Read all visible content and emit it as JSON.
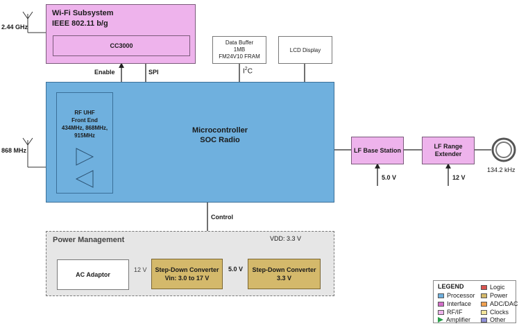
{
  "wifi": {
    "title_line1": "Wi-Fi Subsystem",
    "title_line2": "IEEE 802.11 b/g",
    "chip": "CC3000",
    "antenna_freq": "2.44 GHz",
    "enable_label": "Enable",
    "spi_label": "SPI"
  },
  "buffer": {
    "line1": "Data Buffer",
    "line2": "1MB",
    "line3": "FM24V10 FRAM",
    "bus_label_i": "I",
    "bus_label_sup": "2",
    "bus_label_c": "C"
  },
  "lcd": {
    "label": "LCD Display"
  },
  "mcu": {
    "line1": "Microcontroller",
    "line2": "SOC Radio"
  },
  "rf": {
    "line1": "RF UHF",
    "line2": "Front End",
    "line3": "434MHz, 868MHz,",
    "line4": "915MHz",
    "antenna_freq": "868 MHz"
  },
  "lf_base": {
    "label": "LF Base Station",
    "supply": "5.0 V"
  },
  "lf_range": {
    "line1": "LF Range",
    "line2": "Extender",
    "supply": "12 V"
  },
  "coil": {
    "freq": "134.2 kHz"
  },
  "control_label": "Control",
  "power": {
    "title": "Power Management",
    "ac_adaptor": "AC Adaptor",
    "ac_volt": "12 V",
    "conv1_line1": "Step-Down Converter",
    "conv1_line2": "Vin: 3.0 to 17 V",
    "mid_volt": "5.0 V",
    "conv2_line1": "Step-Down Converter",
    "conv2_line2": "3.3 V",
    "vdd": "VDD: 3.3 V"
  },
  "legend": {
    "title": "LEGEND",
    "items": [
      {
        "label": "Processor",
        "color": "#6fb0de"
      },
      {
        "label": "Logic",
        "color": "#d9534f"
      },
      {
        "label": "Interface",
        "color": "#d36ec8"
      },
      {
        "label": "Power",
        "color": "#d4b96b"
      },
      {
        "label": "RF/IF",
        "color": "#eeb3ec"
      },
      {
        "label": "ADC/DAC",
        "color": "#f0a050"
      },
      {
        "label": "Amplifier",
        "color": "#2a9d4a"
      },
      {
        "label": "Clocks",
        "color": "#f3e59a"
      },
      {
        "label": "Other",
        "color": "#8f8fd8"
      }
    ]
  },
  "colors": {
    "processor": "#6fb0de",
    "rf": "#eeb3ec",
    "power": "#d4b96b",
    "power_area": "#e6e6e6"
  }
}
